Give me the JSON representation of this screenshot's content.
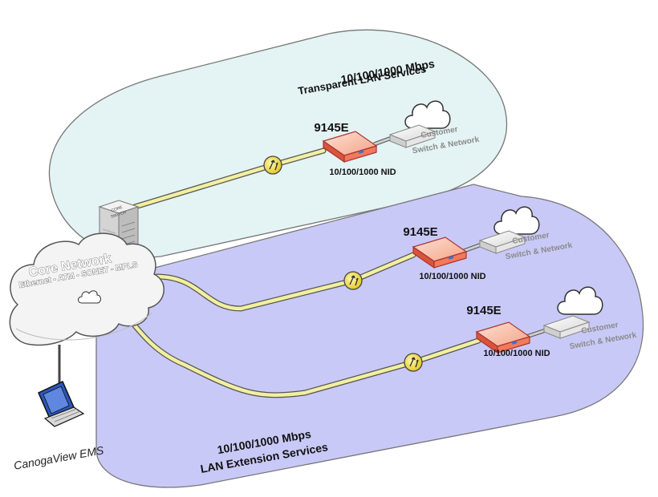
{
  "top_region": {
    "speed_label": "10/100/1000 Mbps",
    "service_label": "Transparent LAN Services",
    "nid_model": "9145E",
    "nid_label": "10/100/1000 NID",
    "customer_line1": "Customer",
    "customer_line2": "Switch & Network"
  },
  "bottom_region": {
    "speed_label": "10/100/1000 Mbps",
    "service_label": "LAN Extension Services",
    "sites": [
      {
        "nid_model": "9145E",
        "nid_label": "10/100/1000 NID",
        "customer_line1": "Customer",
        "customer_line2": "Switch & Network"
      },
      {
        "nid_model": "9145E",
        "nid_label": "10/100/1000 NID",
        "customer_line1": "Customer",
        "customer_line2": "Switch & Network"
      }
    ]
  },
  "core": {
    "title": "Core Network",
    "subtitle": "Ethernet - ATM - SONET - MPLS",
    "switch_line1": "CORE",
    "switch_line2": "SWITCH"
  },
  "ems": {
    "label": "CanogaView EMS"
  },
  "colors": {
    "top_region_fill": "#e4f3f3",
    "bottom_region_fill": "#c9c9f8",
    "link_fill": "#f2f0a0",
    "nid_fill": "#f07a5a"
  }
}
